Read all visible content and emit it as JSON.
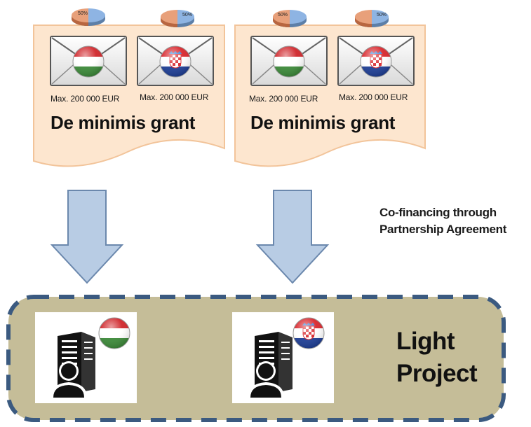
{
  "grant_boxes": [
    {
      "pie_left_label": "50%",
      "pie_right_label": "50%",
      "left_amount": "Max. 200 000 EUR",
      "right_amount": "Max. 200 000 EUR",
      "title": "De minimis grant",
      "left_flag": "hungary-flag-icon",
      "right_flag": "croatia-flag-icon"
    },
    {
      "pie_left_label": "50%",
      "pie_right_label": "50%",
      "left_amount": "Max. 200 000 EUR",
      "right_amount": "Max. 200 000 EUR",
      "title": "De minimis grant",
      "left_flag": "hungary-flag-icon",
      "right_flag": "croatia-flag-icon"
    }
  ],
  "cofinancing": {
    "line1": "Co-financing through",
    "line2": "Partnership Agreement"
  },
  "project": {
    "line1": "Light",
    "line2": "Project",
    "left_flag": "hungary-flag-icon",
    "right_flag": "croatia-flag-icon"
  },
  "colors": {
    "document_fill": "#fde6cf",
    "document_stroke": "#f2c49a",
    "arrow_fill": "#b8cce4",
    "arrow_stroke": "#6b88ad",
    "project_fill": "#c5bd98",
    "project_border": "#3b5a80",
    "pie_blue": "#8eb4e3",
    "pie_orange": "#e8a07a"
  }
}
